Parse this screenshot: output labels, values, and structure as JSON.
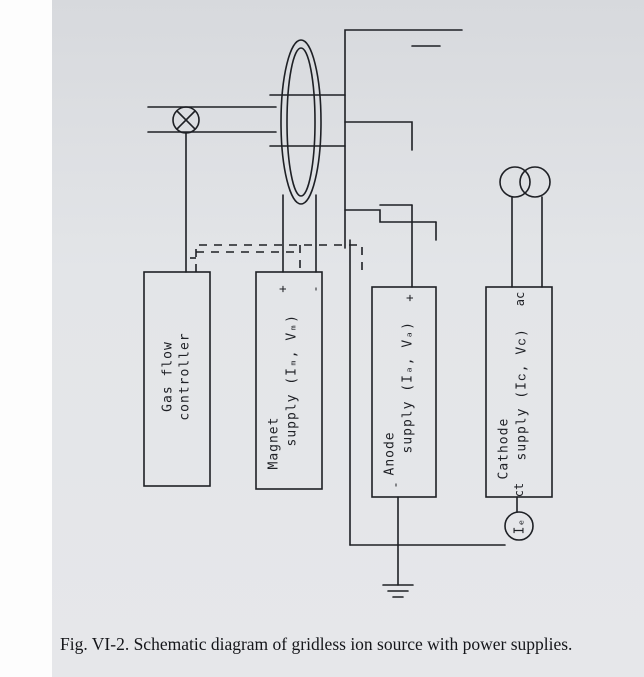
{
  "boxes": [
    {
      "line1": "Gas flow",
      "line2": "controller"
    },
    {
      "line1": "Magnet",
      "line2": "supply (Iₘ, Vₘ)"
    },
    {
      "line1": "Anode",
      "line2": "supply (Iₐ, Vₐ)"
    },
    {
      "line1": "Cathode",
      "line2": "supply (Iᴄ, Vᴄ)"
    }
  ],
  "terminals": {
    "magnet_plus": "+",
    "magnet_minus": "-",
    "anode_plus": "+",
    "anode_minus": "-",
    "cathode_ac": "ac",
    "cathode_ct": "ct"
  },
  "meter_label": "Iₑ",
  "caption": "Fig. VI-2. Schematic diagram of gridless ion source with power supplies."
}
